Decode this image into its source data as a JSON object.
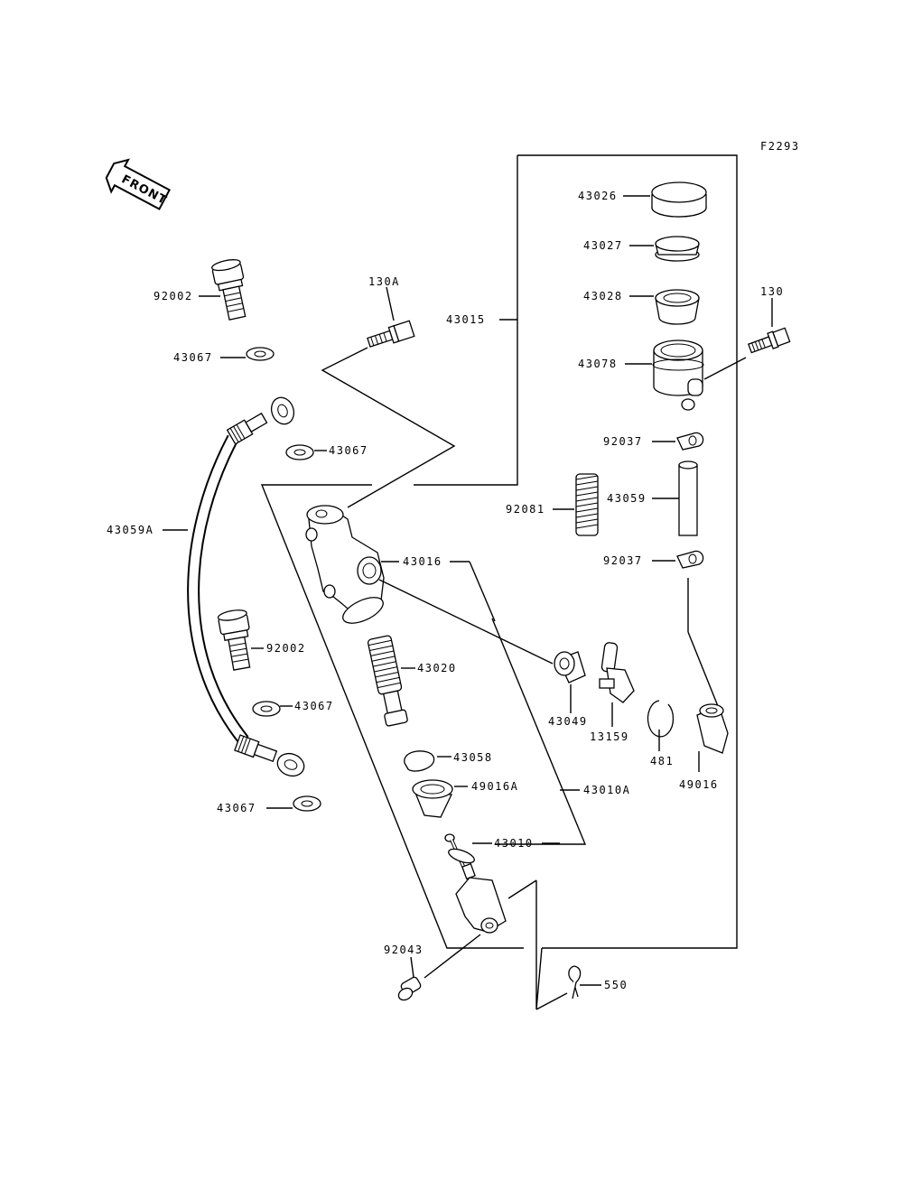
{
  "figure_code": "F2293",
  "front_label": "FRONT",
  "parts": {
    "p43026": "43026",
    "p43027": "43027",
    "p43028": "43028",
    "p43078": "43078",
    "p130": "130",
    "p130A": "130A",
    "p43015": "43015",
    "p92002_top": "92002",
    "p43067_a": "43067",
    "p43067_b": "43067",
    "p92037_top": "92037",
    "p43059": "43059",
    "p92081": "92081",
    "p92037_bot": "92037",
    "p43059A": "43059A",
    "p43016": "43016",
    "p92002_mid": "92002",
    "p43020": "43020",
    "p43067_c": "43067",
    "p43049": "43049",
    "p13159": "13159",
    "p481": "481",
    "p43058": "43058",
    "p49016A": "49016A",
    "p43010A": "43010A",
    "p49016": "49016",
    "p43067_d": "43067",
    "p43010": "43010",
    "p92043": "92043",
    "p550": "550"
  }
}
